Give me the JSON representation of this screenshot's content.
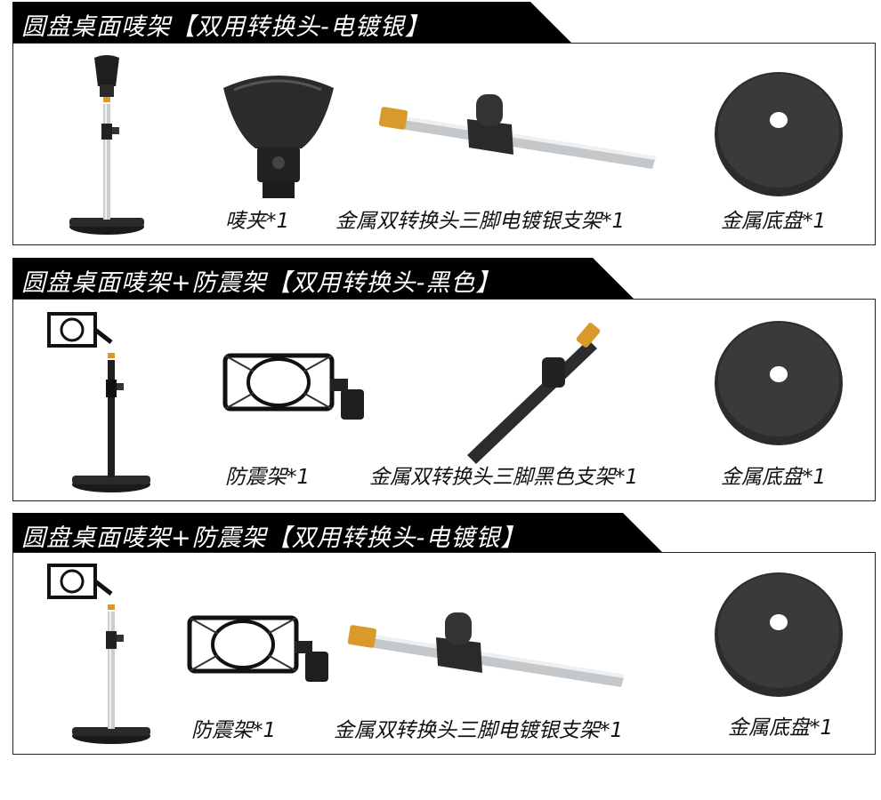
{
  "sections": [
    {
      "title": "圆盘桌面唛架【双用转换头-电镀银】",
      "captions": [
        "唛夹*1",
        "金属双转换头三脚电镀银支架*1",
        "金属底盘*1"
      ]
    },
    {
      "title": "圆盘桌面唛架+防震架【双用转换头-黑色】",
      "captions": [
        "防震架*1",
        "金属双转换头三脚黑色支架*1",
        "金属底盘*1"
      ]
    },
    {
      "title": "圆盘桌面唛架+防震架【双用转换头-电镀银】",
      "captions": [
        "防震架*1",
        "金属双转换头三脚电镀银支架*1",
        "金属底盘*1"
      ]
    }
  ],
  "colors": {
    "tab_bg": "#000000",
    "border": "#222222",
    "chrome": "#bfc3c6",
    "brass": "#d89a2a"
  },
  "icons": [
    "mic-stand-clip",
    "mic-clip",
    "shock-mount",
    "silver-extension-arm",
    "black-extension-arm",
    "round-base"
  ]
}
